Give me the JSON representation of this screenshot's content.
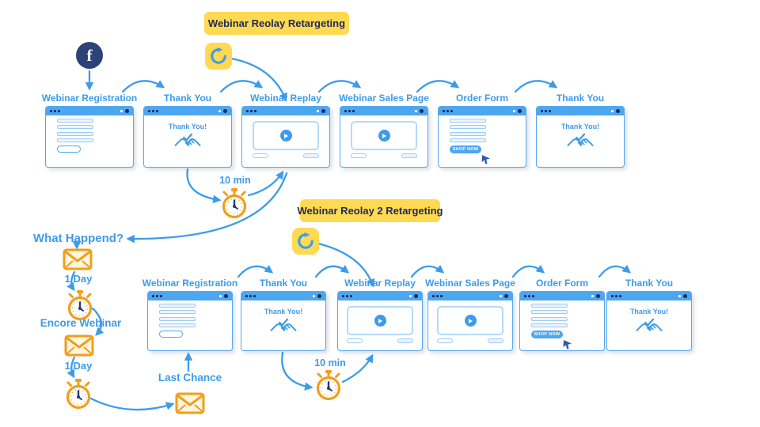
{
  "banners": {
    "top": "Webinar Reolay Retargeting",
    "bottom": "Webinar Reolay 2 Retargeting"
  },
  "funnel_top": {
    "timer_label": "10 min",
    "steps": [
      {
        "label": "Webinar Registration",
        "type": "registration_form"
      },
      {
        "label": "Thank You",
        "type": "thank_you"
      },
      {
        "label": "Webinar Replay",
        "type": "video"
      },
      {
        "label": "Webinar Sales Page",
        "type": "video"
      },
      {
        "label": "Order Form",
        "type": "order_form"
      },
      {
        "label": "Thank You",
        "type": "thank_you"
      }
    ]
  },
  "funnel_bottom": {
    "timer_label": "10 min",
    "steps": [
      {
        "label": "Webinar Registration",
        "type": "registration_form"
      },
      {
        "label": "Thank You",
        "type": "thank_you"
      },
      {
        "label": "Webinar Replay",
        "type": "video"
      },
      {
        "label": "Webinar Sales Page",
        "type": "video"
      },
      {
        "label": "Order Form",
        "type": "order_form"
      },
      {
        "label": "Thank You",
        "type": "thank_you"
      }
    ]
  },
  "side_flow": {
    "what_happened": "What Happend?",
    "wait_1": "1 Day",
    "encore": "Encore Webinar",
    "wait_2": "1 Day",
    "last_chance": "Last Chance"
  },
  "window_texts": {
    "thank_you": "Thank You!",
    "shop_now": "SHOP NOW"
  },
  "icons": {
    "facebook": "f"
  },
  "colors": {
    "blue": "#3D9BEA",
    "navy": "#1E2A5A",
    "yellow": "#FFD951",
    "orange": "#F09E1F"
  }
}
